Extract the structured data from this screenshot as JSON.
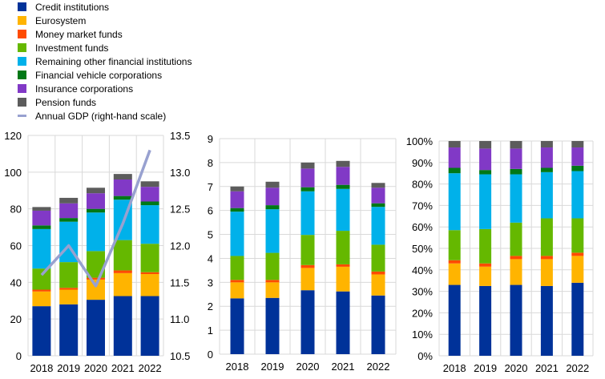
{
  "legend": [
    {
      "label": "Credit institutions",
      "color": "#003299",
      "kind": "bar"
    },
    {
      "label": "Eurosystem",
      "color": "#FFB400",
      "kind": "bar"
    },
    {
      "label": "Money market funds",
      "color": "#FF4B00",
      "kind": "bar"
    },
    {
      "label": "Investment funds",
      "color": "#65B800",
      "kind": "bar"
    },
    {
      "label": "Remaining other financial institutions",
      "color": "#00B1EA",
      "kind": "bar"
    },
    {
      "label": "Financial vehicle corporations",
      "color": "#007816",
      "kind": "bar"
    },
    {
      "label": "Insurance corporations",
      "color": "#8139C6",
      "kind": "bar"
    },
    {
      "label": "Pension funds",
      "color": "#5C5C5C",
      "kind": "bar"
    },
    {
      "label": "Annual GDP (right-hand scale)",
      "color": "#98A1D0",
      "kind": "line"
    }
  ],
  "chart_data": [
    {
      "type": "bar",
      "stacked": true,
      "categories": [
        "2018",
        "2019",
        "2020",
        "2021",
        "2022"
      ],
      "ylim": [
        0,
        120
      ],
      "yticks": [
        "0",
        "20",
        "40",
        "60",
        "80",
        "100",
        "120"
      ],
      "y2lim": [
        10.5,
        13.5
      ],
      "y2ticks": [
        "10.5",
        "11.0",
        "11.5",
        "12.0",
        "12.5",
        "13.0",
        "13.5"
      ],
      "series": [
        {
          "name": "Credit institutions",
          "values": [
            27,
            28,
            30.5,
            32.5,
            32.5
          ]
        },
        {
          "name": "Eurosystem",
          "values": [
            8,
            8,
            11,
            12.5,
            12
          ]
        },
        {
          "name": "Money market funds",
          "values": [
            1,
            1,
            1,
            1.5,
            1
          ]
        },
        {
          "name": "Investment funds",
          "values": [
            11.5,
            14,
            14.5,
            16.5,
            15.5
          ]
        },
        {
          "name": "Remaining other financial institutions",
          "values": [
            21.5,
            22,
            21,
            22,
            21
          ]
        },
        {
          "name": "Financial vehicle corporations",
          "values": [
            2,
            2,
            2,
            2,
            2
          ]
        },
        {
          "name": "Insurance corporations",
          "values": [
            8,
            8,
            8.5,
            9,
            8
          ]
        },
        {
          "name": "Pension funds",
          "values": [
            2,
            3,
            3,
            3,
            3
          ]
        }
      ],
      "line": {
        "name": "Annual GDP (right-hand scale)",
        "values": [
          11.6,
          12.0,
          11.45,
          12.3,
          13.3
        ]
      },
      "grid": true
    },
    {
      "type": "bar",
      "stacked": true,
      "categories": [
        "2018",
        "2019",
        "2020",
        "2021",
        "2022"
      ],
      "ylim": [
        0,
        9
      ],
      "yticks": [
        "0",
        "1",
        "2",
        "3",
        "4",
        "5",
        "6",
        "7",
        "8",
        "9"
      ],
      "series": [
        {
          "name": "Credit institutions",
          "values": [
            2.33,
            2.35,
            2.67,
            2.62,
            2.45
          ]
        },
        {
          "name": "Eurosystem",
          "values": [
            0.67,
            0.65,
            0.93,
            1.03,
            0.88
          ]
        },
        {
          "name": "Money market funds",
          "values": [
            0.1,
            0.1,
            0.12,
            0.1,
            0.12
          ]
        },
        {
          "name": "Investment funds",
          "values": [
            1.0,
            1.13,
            1.26,
            1.4,
            1.12
          ]
        },
        {
          "name": "Remaining other financial institutions",
          "values": [
            1.85,
            1.82,
            1.82,
            1.75,
            1.58
          ]
        },
        {
          "name": "Financial vehicle corporations",
          "values": [
            0.15,
            0.17,
            0.17,
            0.17,
            0.15
          ]
        },
        {
          "name": "Insurance corporations",
          "values": [
            0.7,
            0.73,
            0.78,
            0.75,
            0.65
          ]
        },
        {
          "name": "Pension funds",
          "values": [
            0.2,
            0.25,
            0.25,
            0.25,
            0.2
          ]
        }
      ],
      "grid": true
    },
    {
      "type": "bar",
      "stacked": true,
      "categories": [
        "2018",
        "2019",
        "2020",
        "2021",
        "2022"
      ],
      "ylim": [
        0,
        100
      ],
      "yticks": [
        "0%",
        "10%",
        "20%",
        "30%",
        "40%",
        "50%",
        "60%",
        "70%",
        "80%",
        "90%",
        "100%"
      ],
      "series": [
        {
          "name": "Credit institutions",
          "values": [
            33,
            32.5,
            33,
            32.5,
            34
          ]
        },
        {
          "name": "Eurosystem",
          "values": [
            10,
            9,
            12,
            12.5,
            12.5
          ]
        },
        {
          "name": "Money market funds",
          "values": [
            1.5,
            1.5,
            1.5,
            1.5,
            1.5
          ]
        },
        {
          "name": "Investment funds",
          "values": [
            14,
            16,
            15.5,
            17.5,
            16
          ]
        },
        {
          "name": "Remaining other financial institutions",
          "values": [
            26.5,
            25.5,
            22.5,
            21.5,
            22
          ]
        },
        {
          "name": "Financial vehicle corporations",
          "values": [
            2.5,
            2,
            2.5,
            2,
            2.5
          ]
        },
        {
          "name": "Insurance corporations",
          "values": [
            9.5,
            10,
            9.5,
            9.5,
            8.5
          ]
        },
        {
          "name": "Pension funds",
          "values": [
            3,
            3.5,
            3.5,
            3,
            3
          ]
        }
      ],
      "grid": true
    }
  ]
}
